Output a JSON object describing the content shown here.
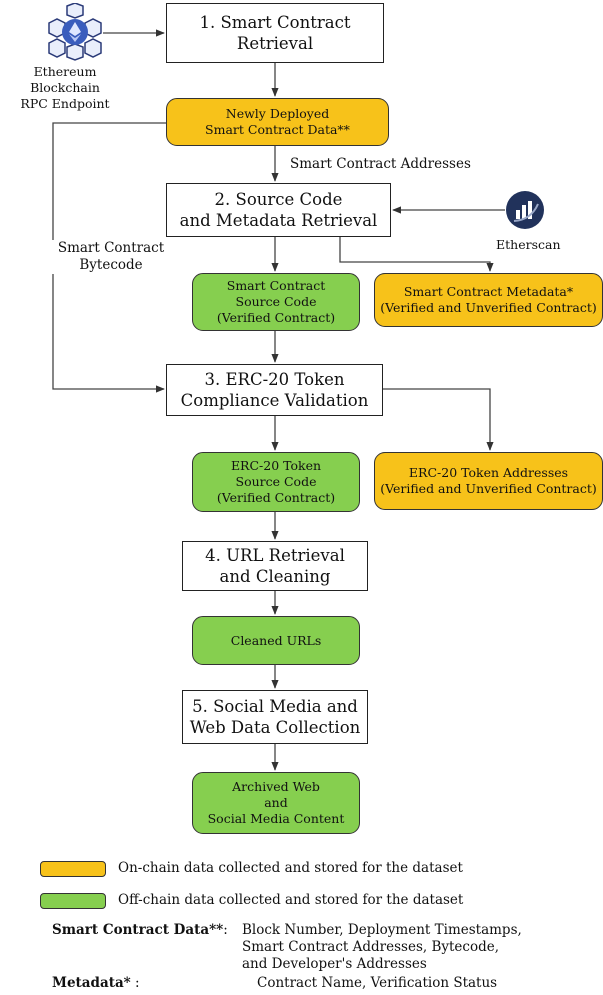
{
  "sources": {
    "ethereum": {
      "label": "Ethereum Blockchain\nRPC Endpoint",
      "icon": "ethereum-blockchain-icon"
    },
    "etherscan": {
      "label": "Etherscan",
      "icon": "etherscan-icon"
    }
  },
  "steps": [
    "1. Smart Contract Retrieval",
    "2. Source Code\nand Metadata Retrieval",
    "3. ERC-20 Token\nCompliance Validation",
    "4. URL Retrieval\nand Cleaning",
    "5. Social Media and\nWeb Data Collection"
  ],
  "data_nodes": {
    "new_contracts": "Newly Deployed\nSmart Contract Data**",
    "source_code": "Smart Contract\nSource Code\n(Verified Contract)",
    "metadata": "Smart Contract Metadata*\n(Verified and Unverified Contract)",
    "erc20_source": "ERC-20 Token\nSource Code\n(Verified Contract)",
    "erc20_addresses": "ERC-20 Token Addresses\n(Verified and Unverified Contract)",
    "cleaned_urls": "Cleaned URLs",
    "archived": "Archived Web\nand\nSocial Media Content"
  },
  "edge_labels": {
    "addresses": "Smart Contract Addresses",
    "bytecode": "Smart Contract\nBytecode"
  },
  "legend": {
    "onchain": "On-chain data collected and stored for the dataset",
    "offchain": "Off-chain data collected and stored for the dataset"
  },
  "notes": {
    "contract_data_term": "Smart Contract Data**",
    "contract_data_def": "Block Number, Deployment Timestamps,\nSmart Contract Addresses, Bytecode,\nand Developer's Addresses",
    "metadata_term": "Metadata*",
    "metadata_def": "Contract Name, Verification Status"
  },
  "colors": {
    "onchain": "#f7c21a",
    "offchain": "#86cf4f",
    "ethereum_icon": "#3a5dbd",
    "etherscan_icon": "#21325b"
  }
}
